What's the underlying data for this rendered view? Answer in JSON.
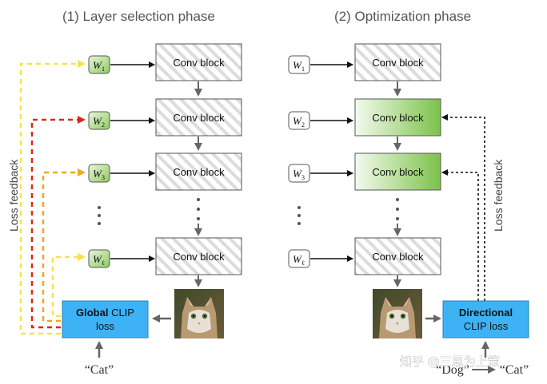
{
  "left_phase": {
    "title": "(1) Layer selection phase",
    "weights": [
      {
        "letter": "W",
        "sub": "1"
      },
      {
        "letter": "W",
        "sub": "2"
      },
      {
        "letter": "W",
        "sub": "3"
      },
      {
        "letter": "W",
        "sub": "ℓ"
      }
    ],
    "blocks": [
      "Conv block",
      "Conv block",
      "Conv block",
      "Conv block"
    ],
    "loss": {
      "bold": "Global",
      "rest": " CLIP",
      "line2": "loss"
    },
    "side_label": "Loss feedback",
    "input_text": "“Cat”"
  },
  "right_phase": {
    "title": "(2) Optimization phase",
    "weights": [
      {
        "letter": "W",
        "sub": "1"
      },
      {
        "letter": "W",
        "sub": "2"
      },
      {
        "letter": "W",
        "sub": "3"
      },
      {
        "letter": "W",
        "sub": "ℓ"
      }
    ],
    "blocks": [
      "Conv block",
      "Conv block",
      "Conv block",
      "Conv block"
    ],
    "loss": {
      "line1": "Directional",
      "line2": "CLIP loss"
    },
    "side_label": "Loss feedback",
    "input_from": "“Dog”",
    "input_to": "“Cat”"
  },
  "watermark": "知乎 @三思为上策",
  "colors": {
    "loss_blue": "#3db3f5",
    "green_light": "#eaf5e0",
    "green_dark": "#7cc24a",
    "yellow": "#f7e34a",
    "orange": "#f0a820",
    "red": "#d82a1e",
    "arrow_gray": "#666666"
  },
  "icons": {
    "cat_image": "cat-photo-icon",
    "ellipsis": "vertical-ellipsis-icon"
  }
}
